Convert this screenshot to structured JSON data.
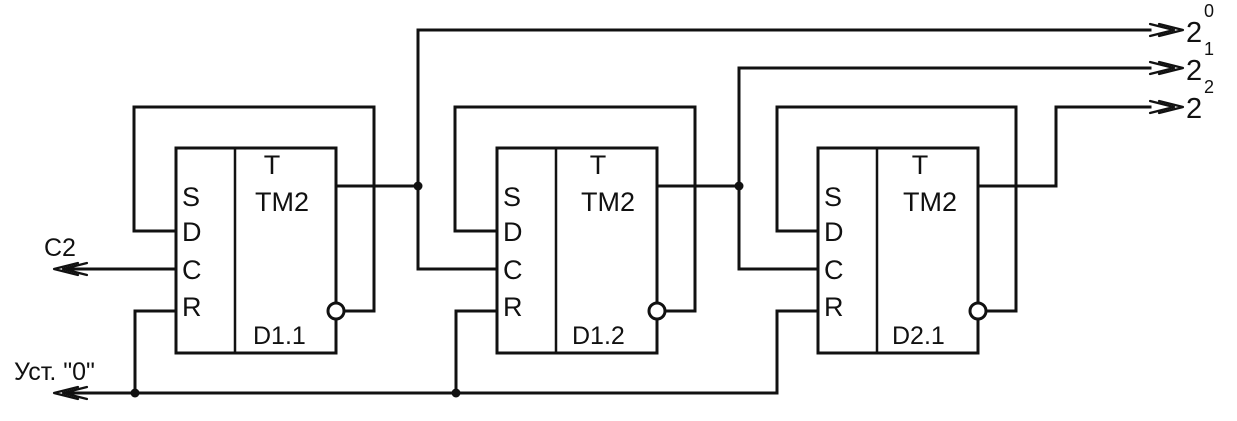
{
  "flipflops": [
    {
      "type": "T",
      "model": "TM2",
      "designator": "D1.1",
      "pins": [
        "S",
        "D",
        "C",
        "R"
      ]
    },
    {
      "type": "T",
      "model": "TM2",
      "designator": "D1.2",
      "pins": [
        "S",
        "D",
        "C",
        "R"
      ]
    },
    {
      "type": "T",
      "model": "TM2",
      "designator": "D2.1",
      "pins": [
        "S",
        "D",
        "C",
        "R"
      ]
    }
  ],
  "inputs": {
    "clock": "C2",
    "reset": "Уст. \"0\""
  },
  "outputs": [
    {
      "base": "2",
      "exponent": "0"
    },
    {
      "base": "2",
      "exponent": "1"
    },
    {
      "base": "2",
      "exponent": "2"
    }
  ]
}
